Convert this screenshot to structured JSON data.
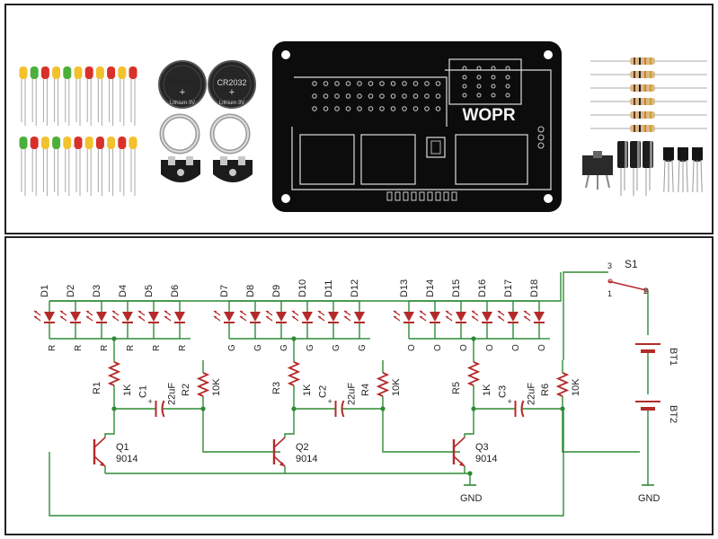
{
  "parts_photo": {
    "coin_cell_label_1": "CR2032",
    "coin_cell_label_2": "Lithium 3V",
    "pcb_name": "WOPR",
    "led_colors": {
      "yellow": "#f2c12e",
      "green": "#4caf3c",
      "red": "#d8312a"
    }
  },
  "schematic": {
    "wire_color": "#2e8b35",
    "part_color": "#b52a2a",
    "led_refs": [
      "D1",
      "D2",
      "D3",
      "D4",
      "D5",
      "D6",
      "D7",
      "D8",
      "D9",
      "D10",
      "D11",
      "D12",
      "D13",
      "D14",
      "D15",
      "D16",
      "D17",
      "D18"
    ],
    "led_values": [
      "R",
      "R",
      "R",
      "R",
      "R",
      "R",
      "G",
      "G",
      "G",
      "G",
      "G",
      "G",
      "O",
      "O",
      "O",
      "O",
      "O",
      "O"
    ],
    "stages": [
      {
        "r_collector": "R1",
        "r_collector_value": "1K",
        "cap": "C1",
        "cap_value": "22uF",
        "r_base": "R2",
        "r_base_value": "10K",
        "transistor": "Q1",
        "transistor_value": "9014"
      },
      {
        "r_collector": "R3",
        "r_collector_value": "1K",
        "cap": "C2",
        "cap_value": "22uF",
        "r_base": "R4",
        "r_base_value": "10K",
        "transistor": "Q2",
        "transistor_value": "9014"
      },
      {
        "r_collector": "R5",
        "r_collector_value": "1K",
        "cap": "C3",
        "cap_value": "22uF",
        "r_base": "R6",
        "r_base_value": "10K",
        "transistor": "Q3",
        "transistor_value": "9014"
      }
    ],
    "switch_ref": "S1",
    "switch_pins": [
      "1",
      "2",
      "3"
    ],
    "batteries": [
      "BT1",
      "BT2"
    ],
    "ground_label": "GND"
  }
}
